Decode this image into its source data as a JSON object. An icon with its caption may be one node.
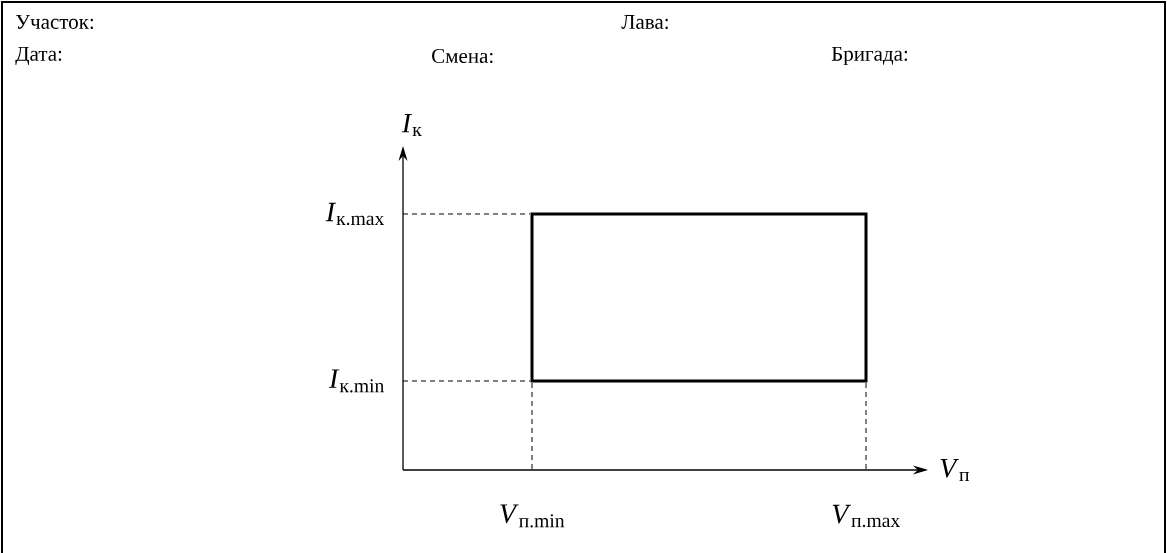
{
  "diagram": {
    "nodes": [
      {
        "text": [],
        "shape": "box"
      }
    ],
    "labels": [
      "Участок:",
      "Лава:",
      "Дата:",
      "Смена:",
      "Бригада:",
      "*I*$_{к}$",
      "*I*$_{к.max}$",
      "*I*$_{к.min}$",
      "*V*$_{п}$",
      "*V*$_{п.min}$",
      "*V*$_{п.max}$"
    ]
  }
}
